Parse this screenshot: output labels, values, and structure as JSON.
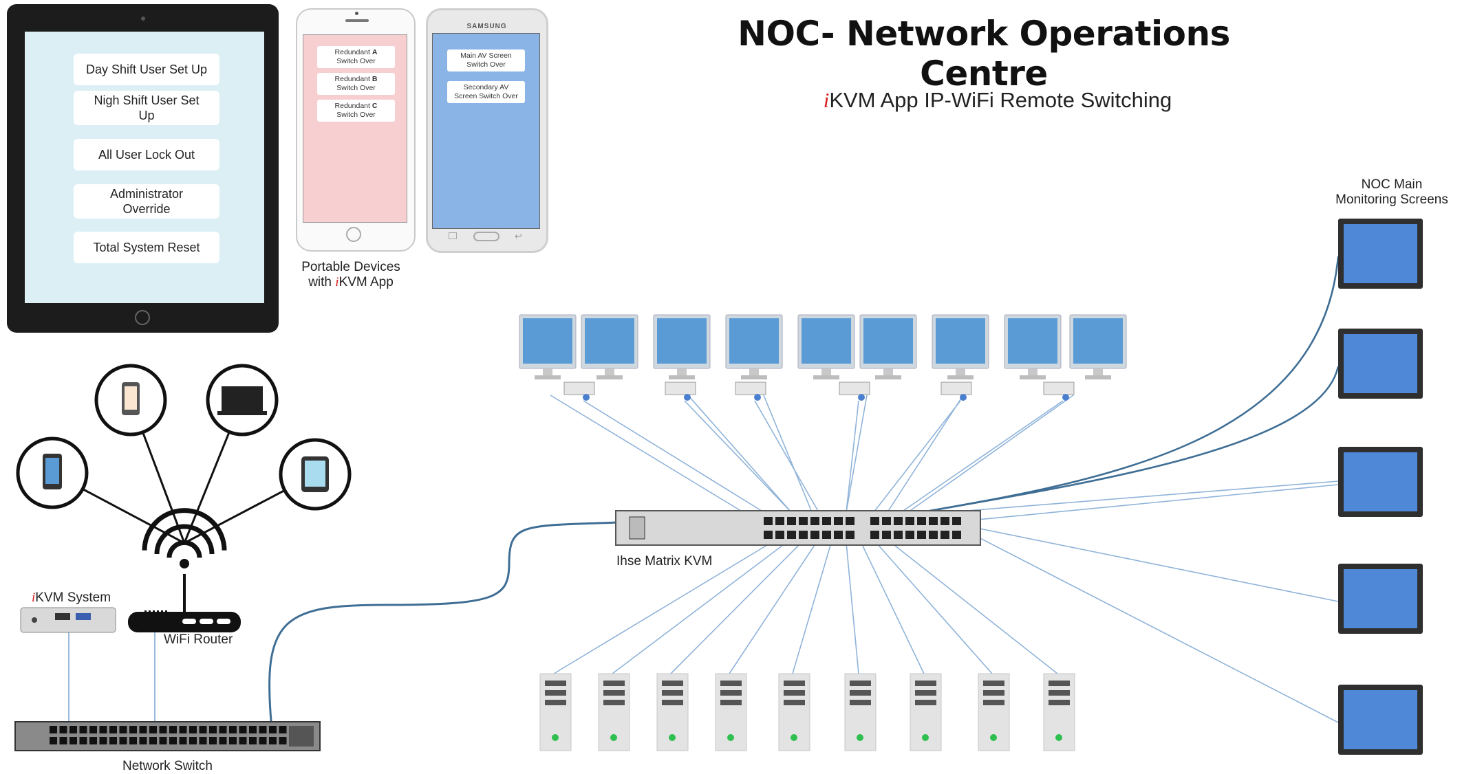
{
  "title": "NOC- Network Operations Centre",
  "subtitle": {
    "prefix": "i",
    "rest": "KVM App IP-WiFi Remote Switching"
  },
  "tablet": {
    "buttons": [
      "Day Shift User Set Up",
      "Nigh Shift User Set Up",
      "All User Lock Out",
      "Administrator Override",
      "Total System Reset"
    ]
  },
  "phone_left": {
    "buttons": [
      {
        "prefix": "Redundant",
        "letter": "A",
        "rest": "Switch Over"
      },
      {
        "prefix": "Redundant",
        "letter": "B",
        "rest": "Switch Over"
      },
      {
        "prefix": "Redundant",
        "letter": "C",
        "rest": "Switch Over"
      }
    ]
  },
  "phone_right": {
    "brand": "SAMSUNG",
    "buttons": [
      {
        "line1": "Main AV Screen",
        "line2": "Switch Over"
      },
      {
        "line1": "Secondary AV",
        "line2": "Screen Switch Over"
      }
    ]
  },
  "labels": {
    "portable_line1": "Portable Devices",
    "portable_line2_prefix": "with ",
    "portable_line2_i": "i",
    "portable_line2_rest": "KVM App",
    "ikvm_system_i": "i",
    "ikvm_system_rest": "KVM System",
    "wifi_router": "WiFi Router",
    "network_switch": "Network Switch",
    "matrix_kvm": "Ihse Matrix KVM",
    "noc_screens_line1": "NOC Main",
    "noc_screens_line2": "Monitoring Screens"
  },
  "colors": {
    "screen_blue": "#4f8fd8",
    "monitor_blue": "#5b9bd5",
    "link_line": "#8fb3d9",
    "cable_dark": "#3f6e95",
    "status_green": "#2fbf4f",
    "red_accent": "#d91c1c"
  }
}
